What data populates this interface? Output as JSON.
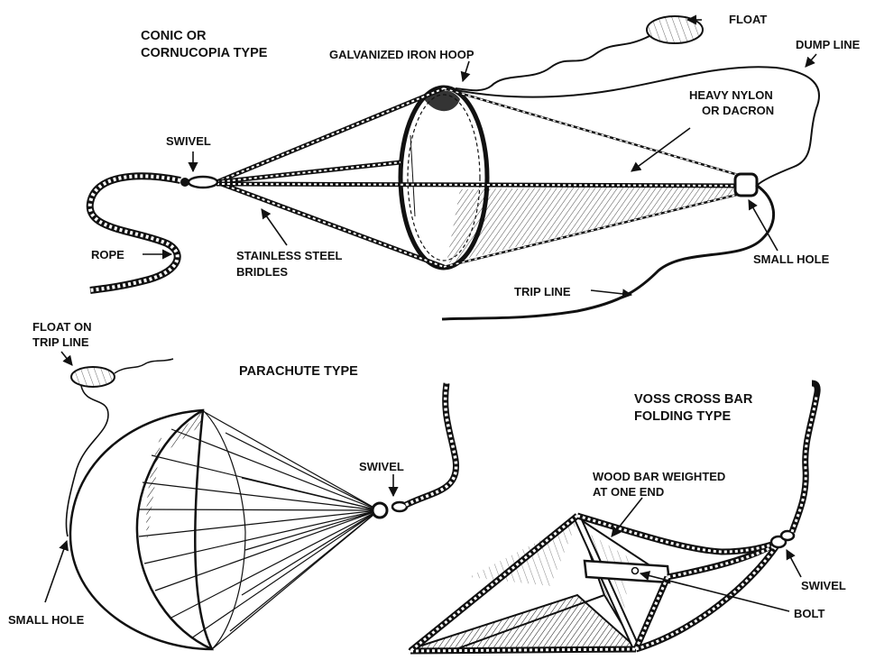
{
  "colors": {
    "ink": "#111111",
    "background": "#ffffff",
    "shade": "#8a8a8a"
  },
  "conic": {
    "title_line1": "CONIC OR",
    "title_line2": "CORNUCOPIA TYPE",
    "float": "FLOAT",
    "dump_line": "DUMP LINE",
    "hoop": "GALVANIZED IRON HOOP",
    "fabric_line1": "HEAVY NYLON",
    "fabric_line2": "OR DACRON",
    "swivel": "SWIVEL",
    "rope": "ROPE",
    "bridles_line1": "STAINLESS STEEL",
    "bridles_line2": "BRIDLES",
    "small_hole": "SMALL HOLE",
    "trip_line": "TRIP LINE"
  },
  "parachute": {
    "title": "PARACHUTE TYPE",
    "float_line1": "FLOAT ON",
    "float_line2": "TRIP LINE",
    "swivel": "SWIVEL",
    "small_hole": "SMALL HOLE"
  },
  "voss": {
    "title_line1": "VOSS CROSS BAR",
    "title_line2": "FOLDING TYPE",
    "bar_line1": "WOOD BAR WEIGHTED",
    "bar_line2": "AT ONE END",
    "swivel": "SWIVEL",
    "bolt": "BOLT"
  }
}
